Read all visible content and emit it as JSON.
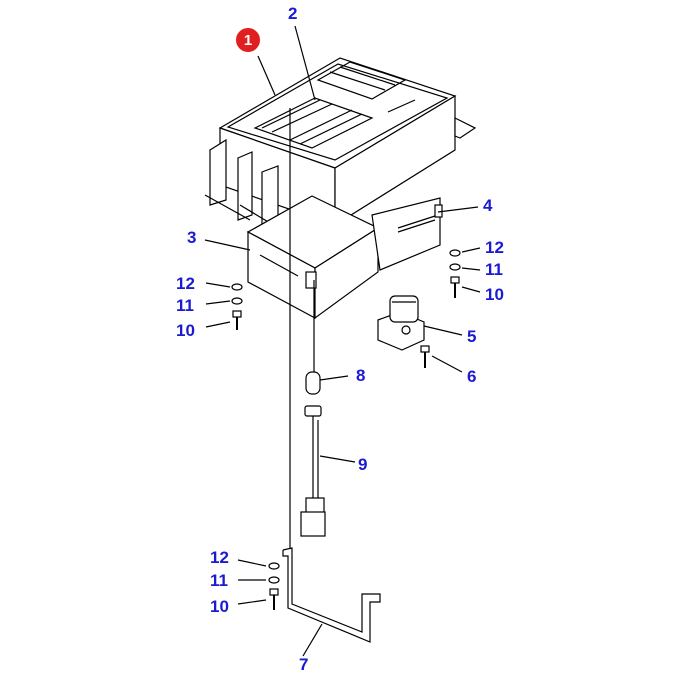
{
  "callouts": {
    "assembly": "1",
    "c2": "2",
    "c3": "3",
    "c4": "4",
    "c5": "5",
    "c6": "6",
    "c7": "7",
    "c8": "8",
    "c9": "9",
    "c10a": "10",
    "c10b": "10",
    "c10c": "10",
    "c11a": "11",
    "c11b": "11",
    "c11c": "11",
    "c12a": "12",
    "c12b": "12",
    "c12c": "12"
  },
  "colors": {
    "callout_text": "#1a1ad2",
    "highlight_circle": "#e02020",
    "line": "#000000"
  }
}
